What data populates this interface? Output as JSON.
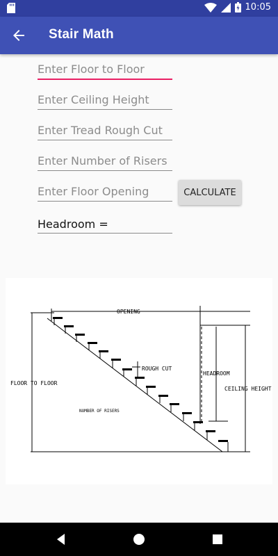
{
  "status_bar": {
    "time": "10:05"
  },
  "app_bar": {
    "title": "Stair Math"
  },
  "form": {
    "floor_to_floor_placeholder": "Enter Floor to Floor",
    "ceiling_height_placeholder": "Enter Ceiling Height",
    "tread_rough_cut_placeholder": "Enter Tread Rough Cut",
    "number_of_risers_placeholder": "Enter Number of Risers",
    "floor_opening_placeholder": "Enter Floor Opening",
    "calculate_label": "CALCULATE",
    "headroom_label": "Headroom ="
  },
  "diagram": {
    "opening": "OPENING",
    "rough_cut": "ROUGH CUT",
    "headroom": "HEADROOM",
    "ceiling_height": "CEILING HEIGHT",
    "floor_to_floor": "FLOOR TO FLOOR",
    "number_of_risers": "NUMBER OF RISERS"
  },
  "icons": {
    "sd_card": "sd-card-icon",
    "wifi": "wifi-icon",
    "signal": "signal-icon",
    "battery": "battery-icon",
    "back": "arrow-back-icon",
    "nav_back": "nav-back-icon",
    "nav_home": "nav-home-icon",
    "nav_recents": "nav-recents-icon"
  },
  "colors": {
    "primary": "#3f51b5",
    "primary_dark": "#303f9f",
    "accent": "#e91e63"
  }
}
